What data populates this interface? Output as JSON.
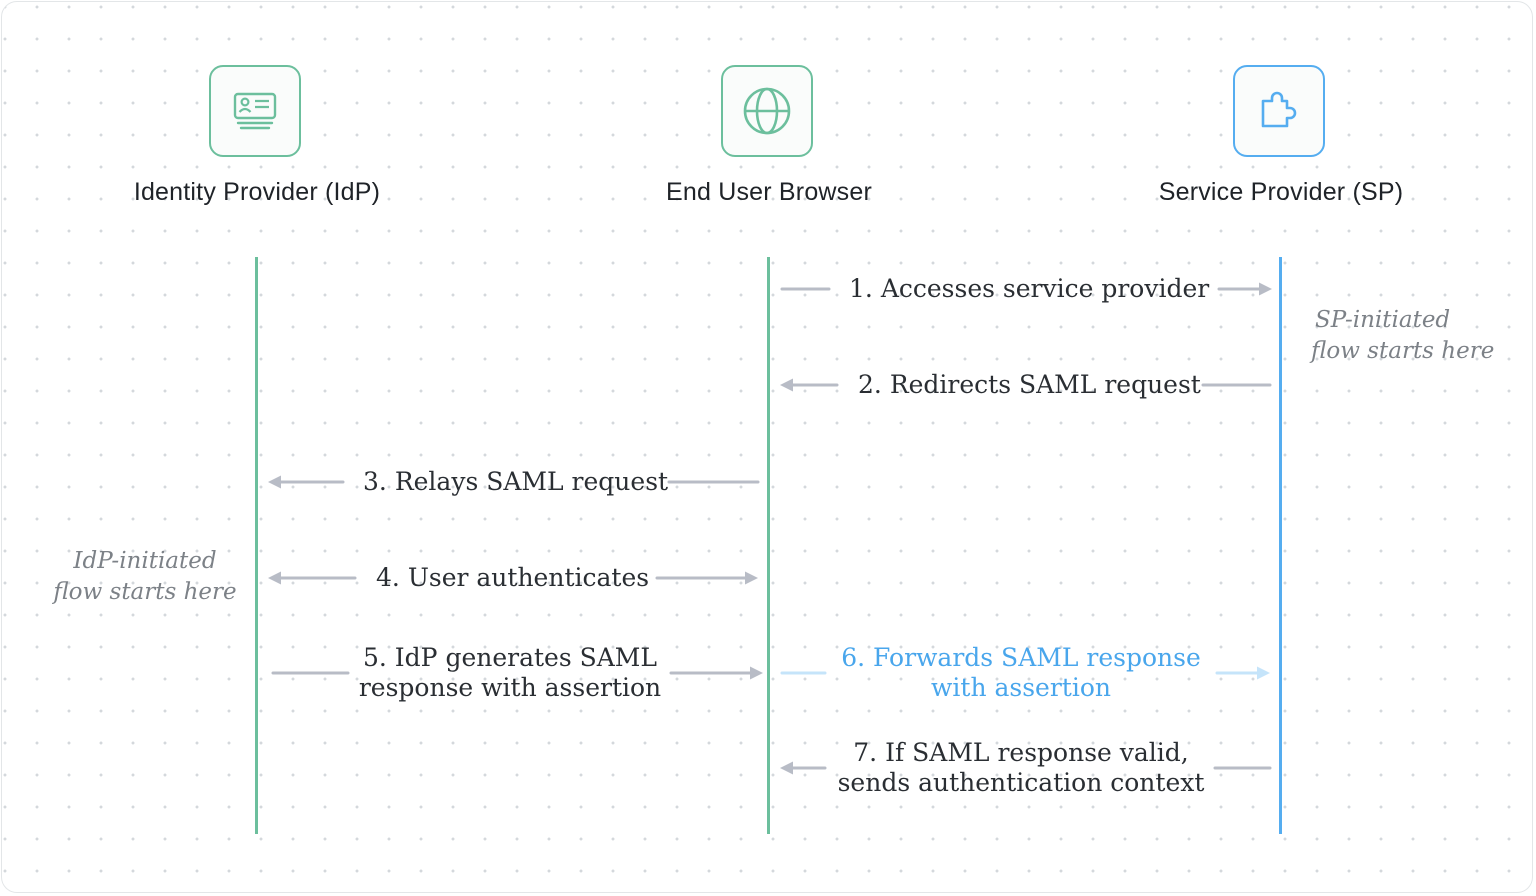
{
  "actors": [
    {
      "label": "Identity Provider (IdP)",
      "icon": "id-card-icon",
      "color": "#6cbf9d"
    },
    {
      "label": "End User Browser",
      "icon": "globe-icon",
      "color": "#6cbf9d"
    },
    {
      "label": "Service Provider (SP)",
      "icon": "puzzle-piece-icon",
      "color": "#55adf0"
    }
  ],
  "messages": [
    {
      "num": "1.",
      "text": "Accesses service provider",
      "from": "browser",
      "to": "sp"
    },
    {
      "num": "2.",
      "text": "Redirects SAML request",
      "from": "sp",
      "to": "browser"
    },
    {
      "num": "3.",
      "text": "Relays SAML request",
      "from": "browser",
      "to": "idp"
    },
    {
      "num": "4.",
      "text": "User authenticates",
      "from": "idp",
      "to": "browser",
      "bidirectional": true
    },
    {
      "num": "5.",
      "line1": "IdP generates SAML",
      "line2": "response with assertion",
      "from": "idp",
      "to": "browser"
    },
    {
      "num": "6.",
      "line1": "Forwards SAML response",
      "line2": "with assertion",
      "from": "browser",
      "to": "sp",
      "highlight": true
    },
    {
      "num": "7.",
      "line1": "If SAML response valid,",
      "line2": "sends authentication context",
      "from": "sp",
      "to": "browser"
    }
  ],
  "notes": {
    "sp": {
      "line1": "SP-initiated",
      "line2": "flow starts here"
    },
    "idp": {
      "line1": "IdP-initiated",
      "line2": "flow starts here"
    }
  },
  "colors": {
    "green": "#6cbf9d",
    "blue": "#55adf0",
    "arrow_gray": "#b8bcc6",
    "arrow_light_blue": "#c5e4fa",
    "text": "#2a2e33",
    "note": "#7c8187"
  }
}
